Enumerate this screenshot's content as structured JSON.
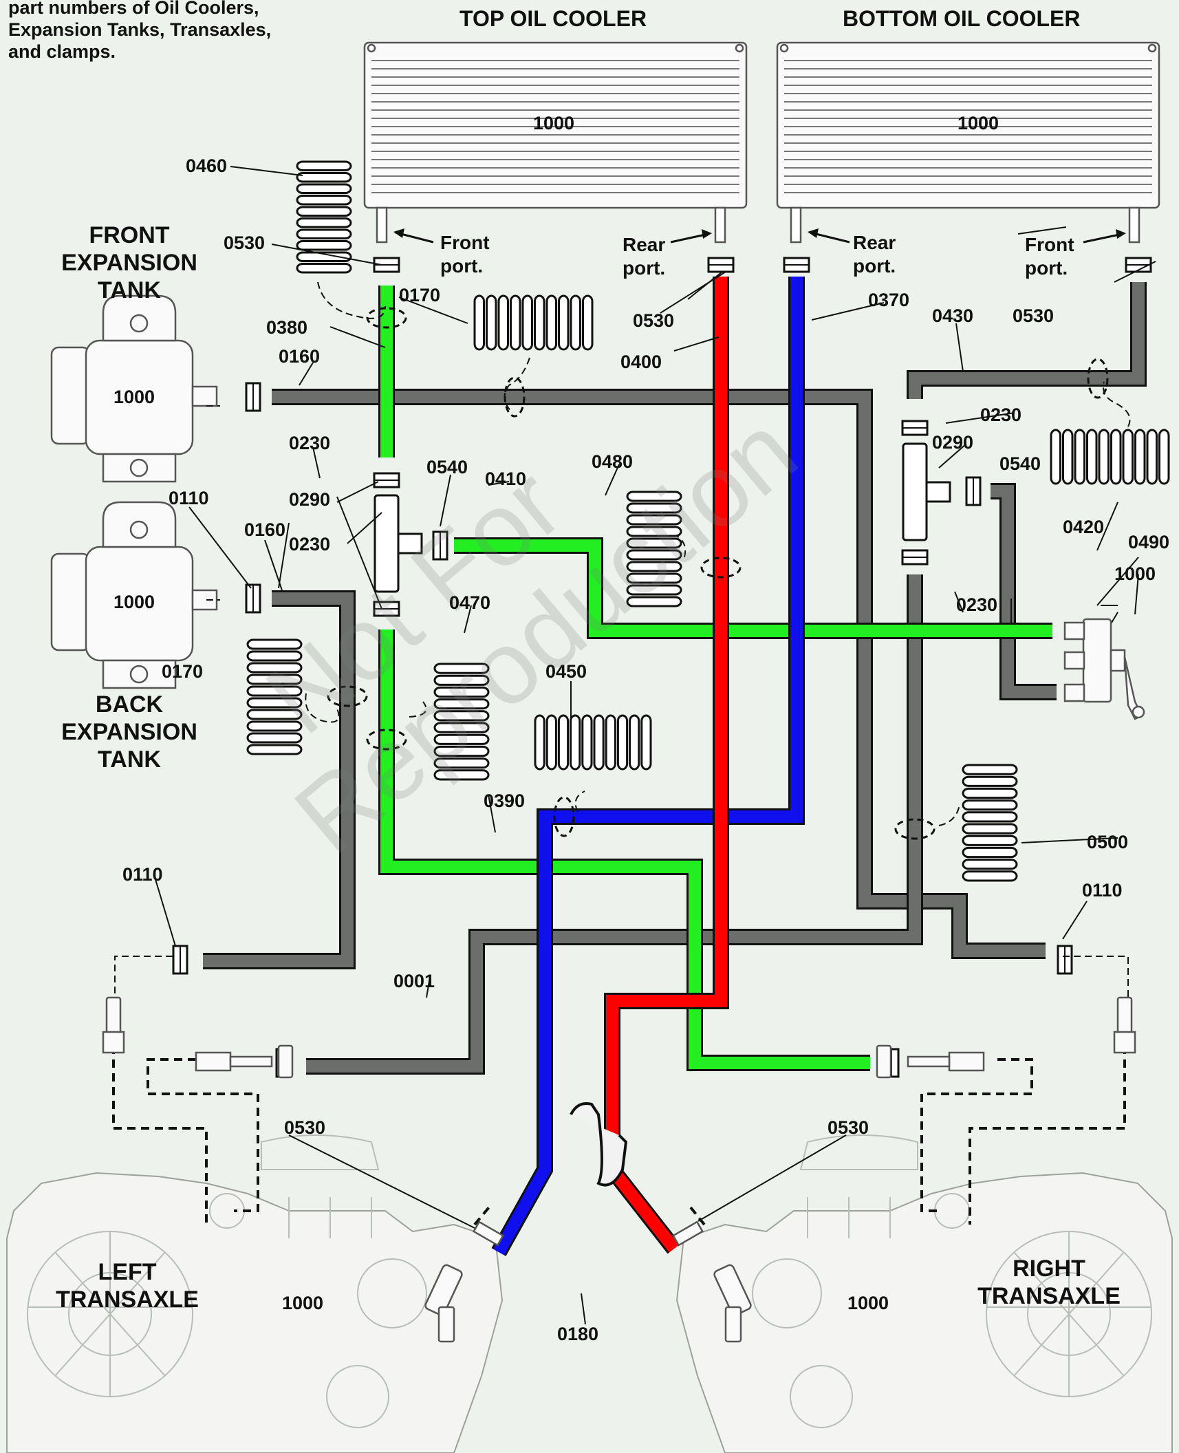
{
  "header_note": [
    "part numbers of Oil Coolers,",
    "Expansion Tanks, Transaxles,",
    "and clamps."
  ],
  "titles": {
    "top_cooler": "TOP OIL COOLER",
    "bottom_cooler": "BOTTOM OIL COOLER",
    "front_tank": [
      "FRONT",
      "EXPANSION",
      "TANK"
    ],
    "back_tank": [
      "BACK",
      "EXPANSION",
      "TANK"
    ],
    "left_transaxle": [
      "LEFT",
      "TRANSAXLE"
    ],
    "right_transaxle": [
      "RIGHT",
      "TRANSAXLE"
    ]
  },
  "port_labels": {
    "top_front": [
      "Front",
      "port."
    ],
    "top_rear": [
      "Rear",
      "port."
    ],
    "bottom_rear": [
      "Rear",
      "port."
    ],
    "bottom_front": [
      "Front",
      "port."
    ]
  },
  "part_numbers": {
    "p1000": "1000",
    "p0001": "0001",
    "p0110": "0110",
    "p0160": "0160",
    "p0170": "0170",
    "p0180": "0180",
    "p0230": "0230",
    "p0290": "0290",
    "p0370": "0370",
    "p0380": "0380",
    "p0390": "0390",
    "p0400": "0400",
    "p0410": "0410",
    "p0420": "0420",
    "p0430": "0430",
    "p0450": "0450",
    "p0460": "0460",
    "p0470": "0470",
    "p0480": "0480",
    "p0490": "0490",
    "p0500": "0500",
    "p0530": "0530",
    "p0540": "0540"
  },
  "watermark": [
    "Not For",
    "Reproduction"
  ],
  "colors": {
    "hose_green": "#22ee22",
    "hose_red": "#ff0000",
    "hose_blue": "#1010ee",
    "hose_gray": "#6b6e6b",
    "hose_outline": "#111111",
    "background": "#eef2ec"
  }
}
